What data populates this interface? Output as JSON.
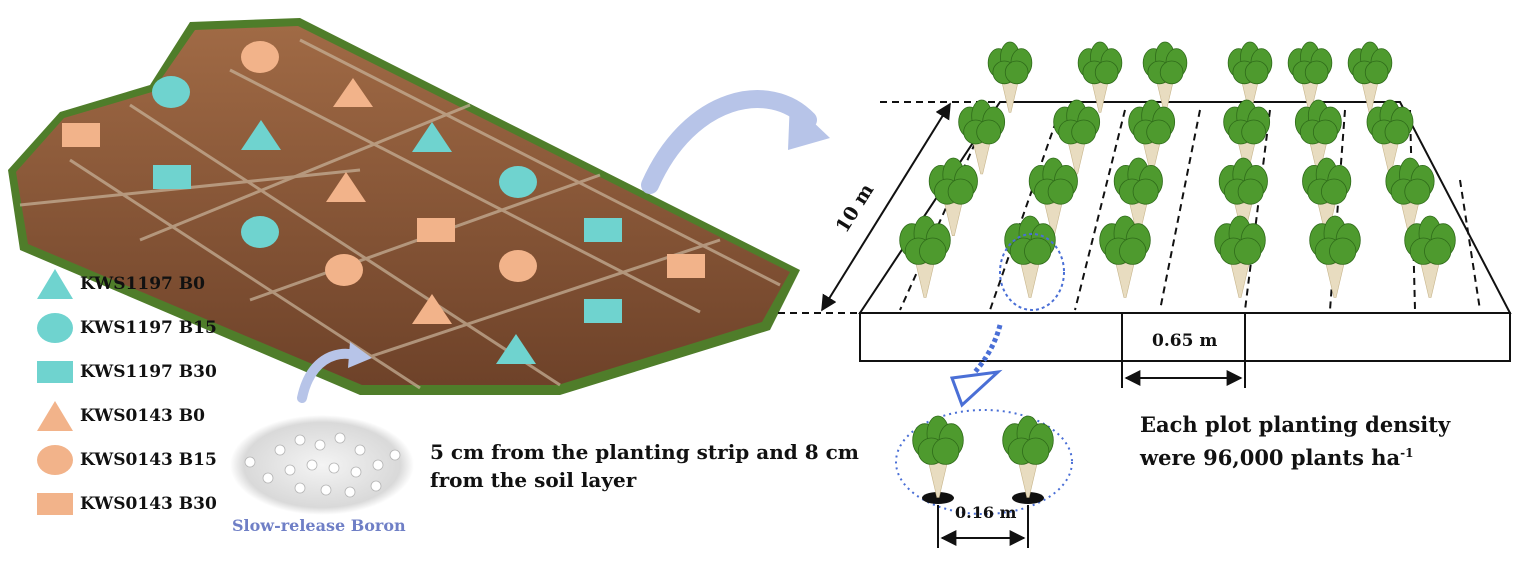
{
  "colors": {
    "kws1197": "#6fd3cf",
    "kws0143": "#f2b38a",
    "soil": "#8b5a3c",
    "leaf": "#4e9a2e",
    "root": "#e8dcc0",
    "arrow": "#b7c4e8"
  },
  "legend": [
    {
      "shape": "triangle",
      "variety": "KWS1197",
      "label": "KWS1197  B0"
    },
    {
      "shape": "ellipse",
      "variety": "KWS1197",
      "label": "KWS1197  B15"
    },
    {
      "shape": "rectangle",
      "variety": "KWS1197",
      "label": "KWS1197  B30"
    },
    {
      "shape": "triangle",
      "variety": "KWS0143",
      "label": "KWS0143  B0"
    },
    {
      "shape": "ellipse",
      "variety": "KWS0143",
      "label": "KWS0143  B15"
    },
    {
      "shape": "rectangle",
      "variety": "KWS0143",
      "label": "KWS0143  B30"
    }
  ],
  "fertilizer_label": "Slow-release Boron",
  "placement_note": "5 cm from the planting strip and 8 cm from the soil layer",
  "plot": {
    "length_label": "10 m",
    "row_spacing_label": "0.65 m",
    "plant_spacing_label": "0.16 m",
    "density_text": "Each plot planting density were 96,000 plants ha",
    "density_unit_sup": "-1"
  }
}
